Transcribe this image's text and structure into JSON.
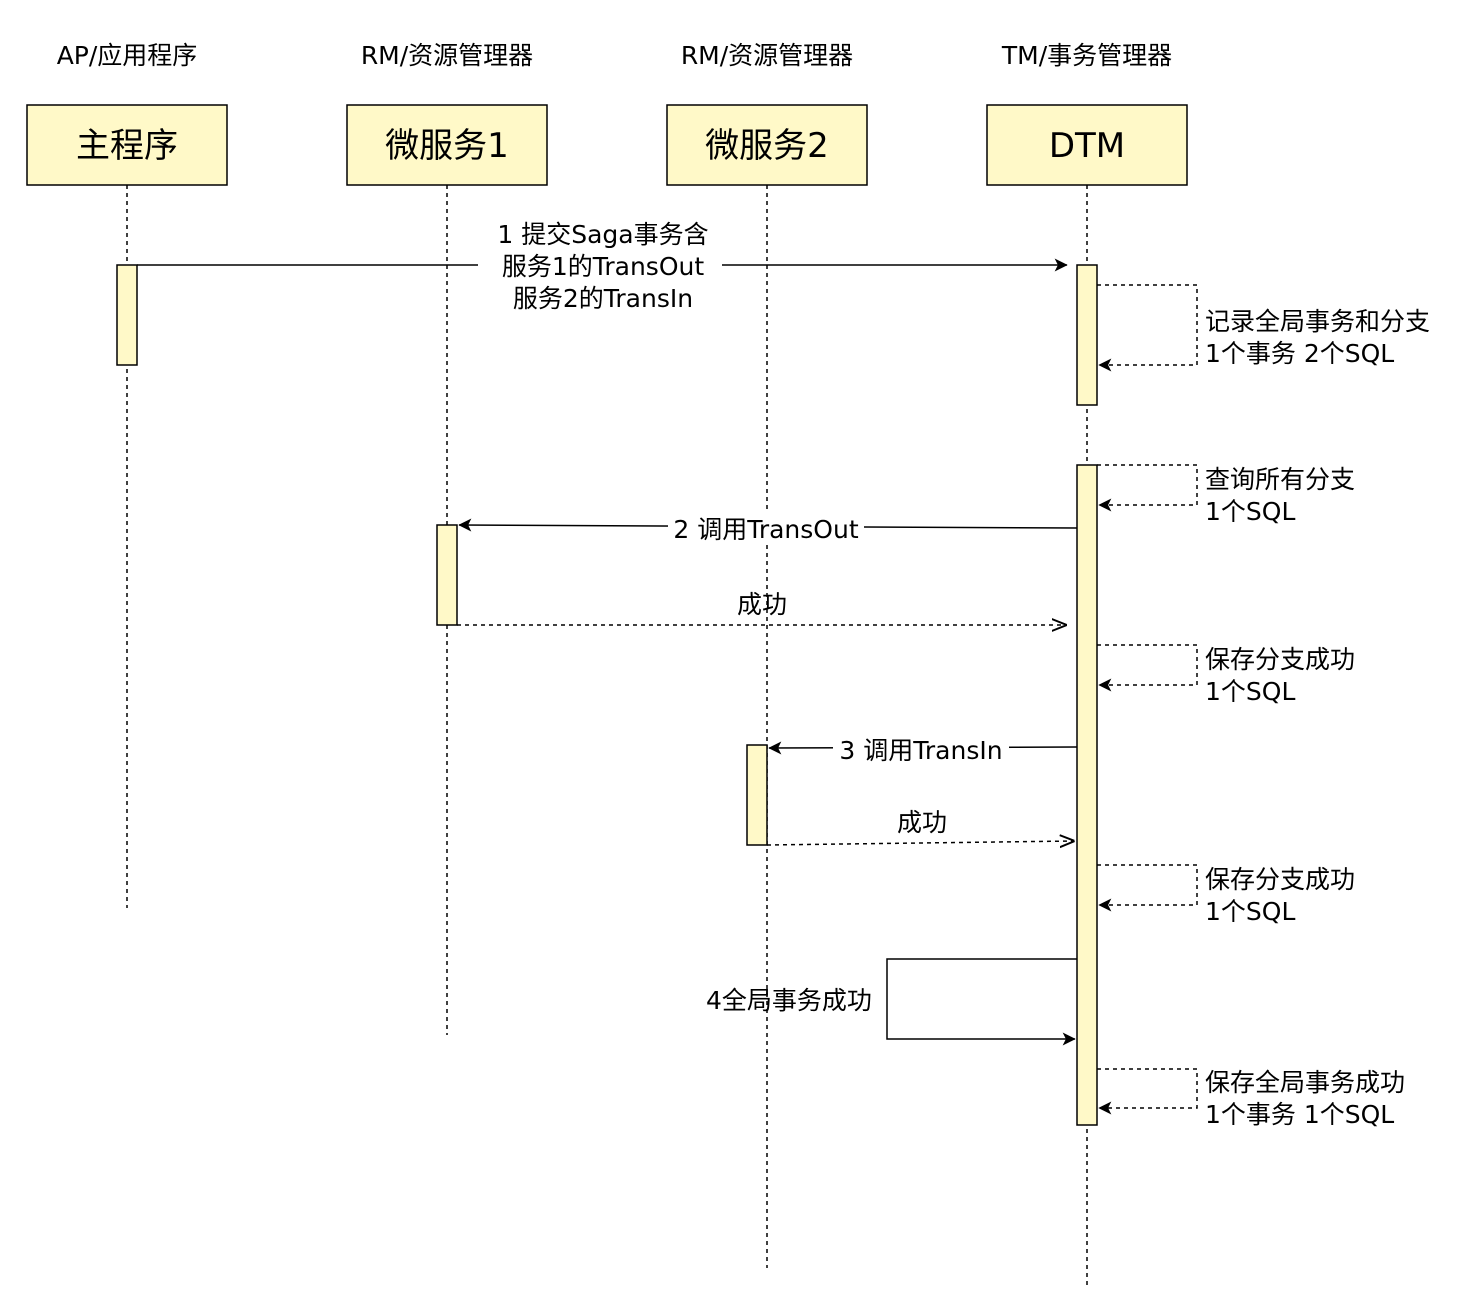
{
  "participants": [
    {
      "role": "AP/应用程序",
      "name": "主程序"
    },
    {
      "role": "RM/资源管理器",
      "name": "微服务1"
    },
    {
      "role": "RM/资源管理器",
      "name": "微服务2"
    },
    {
      "role": "TM/事务管理器",
      "name": "DTM"
    }
  ],
  "messages": {
    "m1": [
      "1 提交Saga事务含",
      "服务1的TransOut",
      "服务2的TransIn"
    ],
    "m2": [
      "2 调用TransOut"
    ],
    "m2_reply": [
      "成功"
    ],
    "m3": [
      "3 调用TransIn"
    ],
    "m3_reply": [
      "成功"
    ],
    "m4": [
      "4全局事务成功"
    ]
  },
  "notes": {
    "n1": [
      "记录全局事务和分支",
      "1个事务 2个SQL"
    ],
    "n2": [
      "查询所有分支",
      "1个SQL"
    ],
    "n3": [
      "保存分支成功",
      "1个SQL"
    ],
    "n4": [
      "保存分支成功",
      "1个SQL"
    ],
    "n5": [
      "保存全局事务成功",
      "1个事务 1个SQL"
    ]
  },
  "colors": {
    "box_fill": "#fff9c8",
    "line": "#000000"
  }
}
